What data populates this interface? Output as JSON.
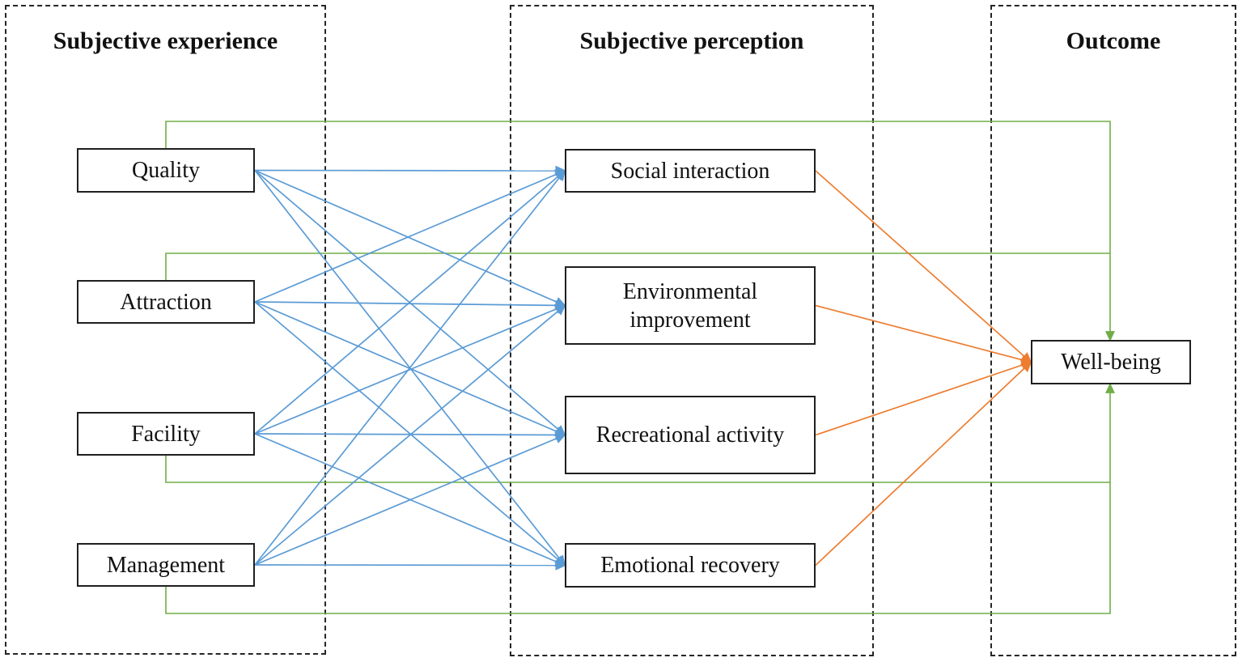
{
  "columns": [
    {
      "id": "experience",
      "title": "Subjective experience",
      "nodes": [
        {
          "id": "quality",
          "label": "Quality"
        },
        {
          "id": "attraction",
          "label": "Attraction"
        },
        {
          "id": "facility",
          "label": "Facility"
        },
        {
          "id": "management",
          "label": "Management"
        }
      ]
    },
    {
      "id": "perception",
      "title": "Subjective perception",
      "nodes": [
        {
          "id": "social",
          "label": "Social interaction"
        },
        {
          "id": "environmental",
          "label": "Environmental improvement"
        },
        {
          "id": "recreational",
          "label": "Recreational activity"
        },
        {
          "id": "emotional",
          "label": "Emotional recovery"
        }
      ]
    },
    {
      "id": "outcome",
      "title": "Outcome",
      "nodes": [
        {
          "id": "wellbeing",
          "label": "Well-being"
        }
      ]
    }
  ],
  "edges": {
    "experience_to_perception": [
      [
        "quality",
        "social"
      ],
      [
        "quality",
        "environmental"
      ],
      [
        "quality",
        "recreational"
      ],
      [
        "quality",
        "emotional"
      ],
      [
        "attraction",
        "social"
      ],
      [
        "attraction",
        "environmental"
      ],
      [
        "attraction",
        "recreational"
      ],
      [
        "attraction",
        "emotional"
      ],
      [
        "facility",
        "social"
      ],
      [
        "facility",
        "environmental"
      ],
      [
        "facility",
        "recreational"
      ],
      [
        "facility",
        "emotional"
      ],
      [
        "management",
        "social"
      ],
      [
        "management",
        "environmental"
      ],
      [
        "management",
        "recreational"
      ],
      [
        "management",
        "emotional"
      ]
    ],
    "perception_to_outcome": [
      [
        "social",
        "wellbeing"
      ],
      [
        "environmental",
        "wellbeing"
      ],
      [
        "recreational",
        "wellbeing"
      ],
      [
        "emotional",
        "wellbeing"
      ]
    ],
    "experience_to_outcome": [
      [
        "quality",
        "wellbeing"
      ],
      [
        "attraction",
        "wellbeing"
      ],
      [
        "facility",
        "wellbeing"
      ],
      [
        "management",
        "wellbeing"
      ]
    ]
  },
  "colors": {
    "experience_to_perception": "#5B9BD5",
    "perception_to_outcome": "#ED7D31",
    "experience_to_outcome": "#70AD47",
    "node_border": "#1f1f1f",
    "panel_border": "#262626",
    "background": "#ffffff",
    "text": "#111111"
  }
}
